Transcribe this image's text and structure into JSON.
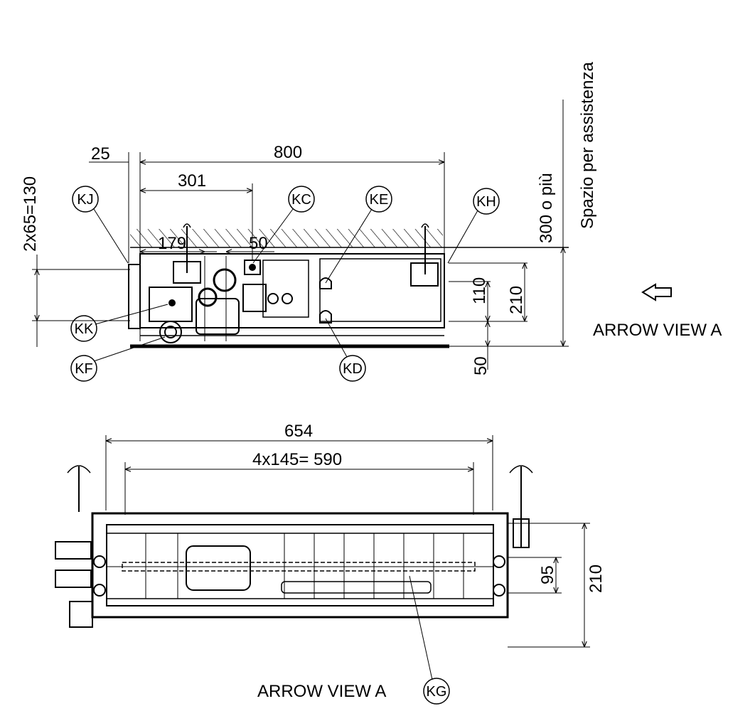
{
  "top_view": {
    "dim_25": "25",
    "dim_800": "800",
    "dim_301": "301",
    "dim_179": "179",
    "dim_50_bottom": "50",
    "dim_130": "2x65=130",
    "dim_110": "110",
    "dim_210": "210",
    "dim_50_right": "50",
    "service_space_value": "300 o più",
    "service_space_label": "Spazio per assistenza",
    "arrow_label": "ARROW VIEW A"
  },
  "tags": {
    "kj": "KJ",
    "kc": "KC",
    "ke": "KE",
    "kh": "KH",
    "kk": "KK",
    "kf": "KF",
    "kd": "KD",
    "kg": "KG"
  },
  "bottom_view": {
    "dim_654": "654",
    "dim_590": "4x145= 590",
    "dim_95": "95",
    "dim_210": "210",
    "caption": "ARROW VIEW A"
  }
}
